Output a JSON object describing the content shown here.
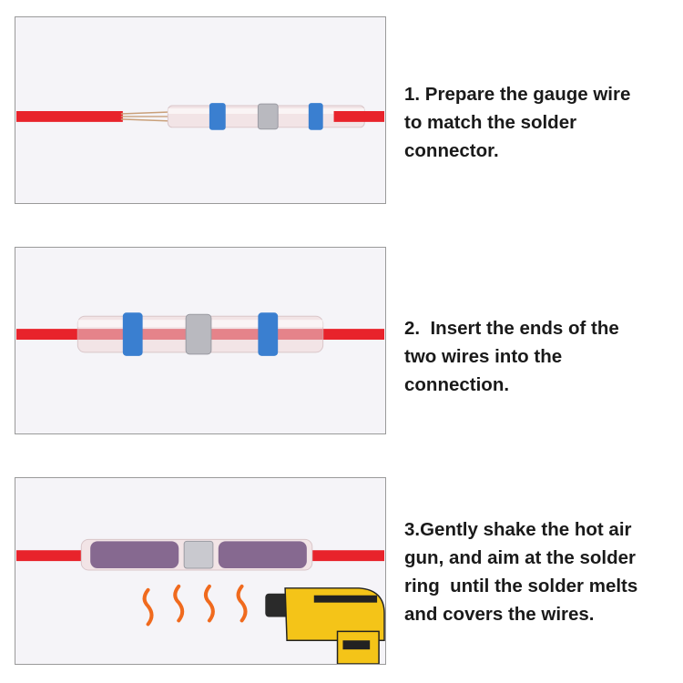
{
  "steps": [
    {
      "lines": [
        "1. Prepare the gauge wire",
        "to match the solder",
        "connector."
      ]
    },
    {
      "lines": [
        "2.  Insert the ends of the",
        "two wires into the",
        "connection."
      ]
    },
    {
      "lines": [
        "3.Gently shake the hot air",
        "gun, and aim at the solder",
        "ring  until the solder melts",
        "and covers the wires."
      ]
    }
  ],
  "colors": {
    "wire": "#e8232b",
    "ring": "#3a7fd0",
    "solder": "#b9b9bf",
    "sleeve": "#f2e4e6",
    "heat": "#f06a1e",
    "gun": "#f4c418",
    "panel_border": "#9a9a9a"
  }
}
